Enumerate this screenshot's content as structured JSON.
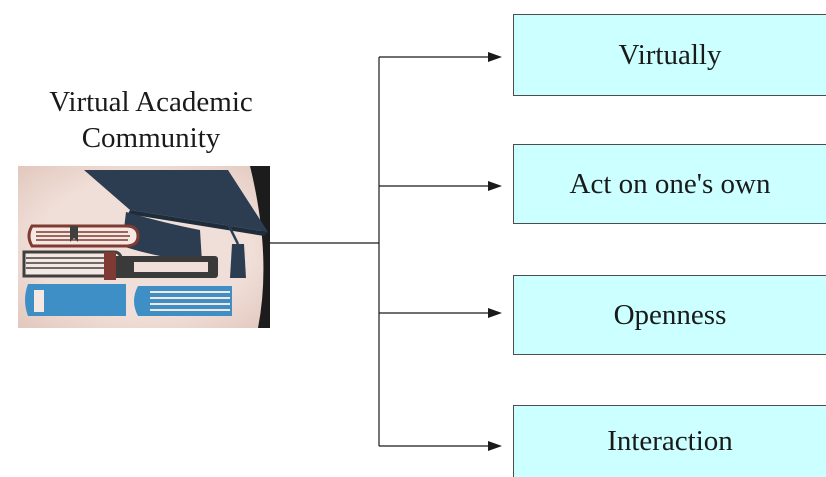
{
  "root": {
    "title_line1": "Virtual Academic",
    "title_line2": "Community",
    "illustration_icon": "graduation-cap-and-books-icon"
  },
  "branches": [
    {
      "label": "Virtually"
    },
    {
      "label": "Act on one's own"
    },
    {
      "label": "Openness"
    },
    {
      "label": "Interaction"
    }
  ],
  "colors": {
    "box_fill": "#ccffff",
    "box_border": "#4d4d4d",
    "connector": "#1a1a1a",
    "illustration_bg": "#f0dfd8",
    "cap": "#2c3d52",
    "book_red": "#7e3a33",
    "book_blue": "#3f8fc7"
  }
}
